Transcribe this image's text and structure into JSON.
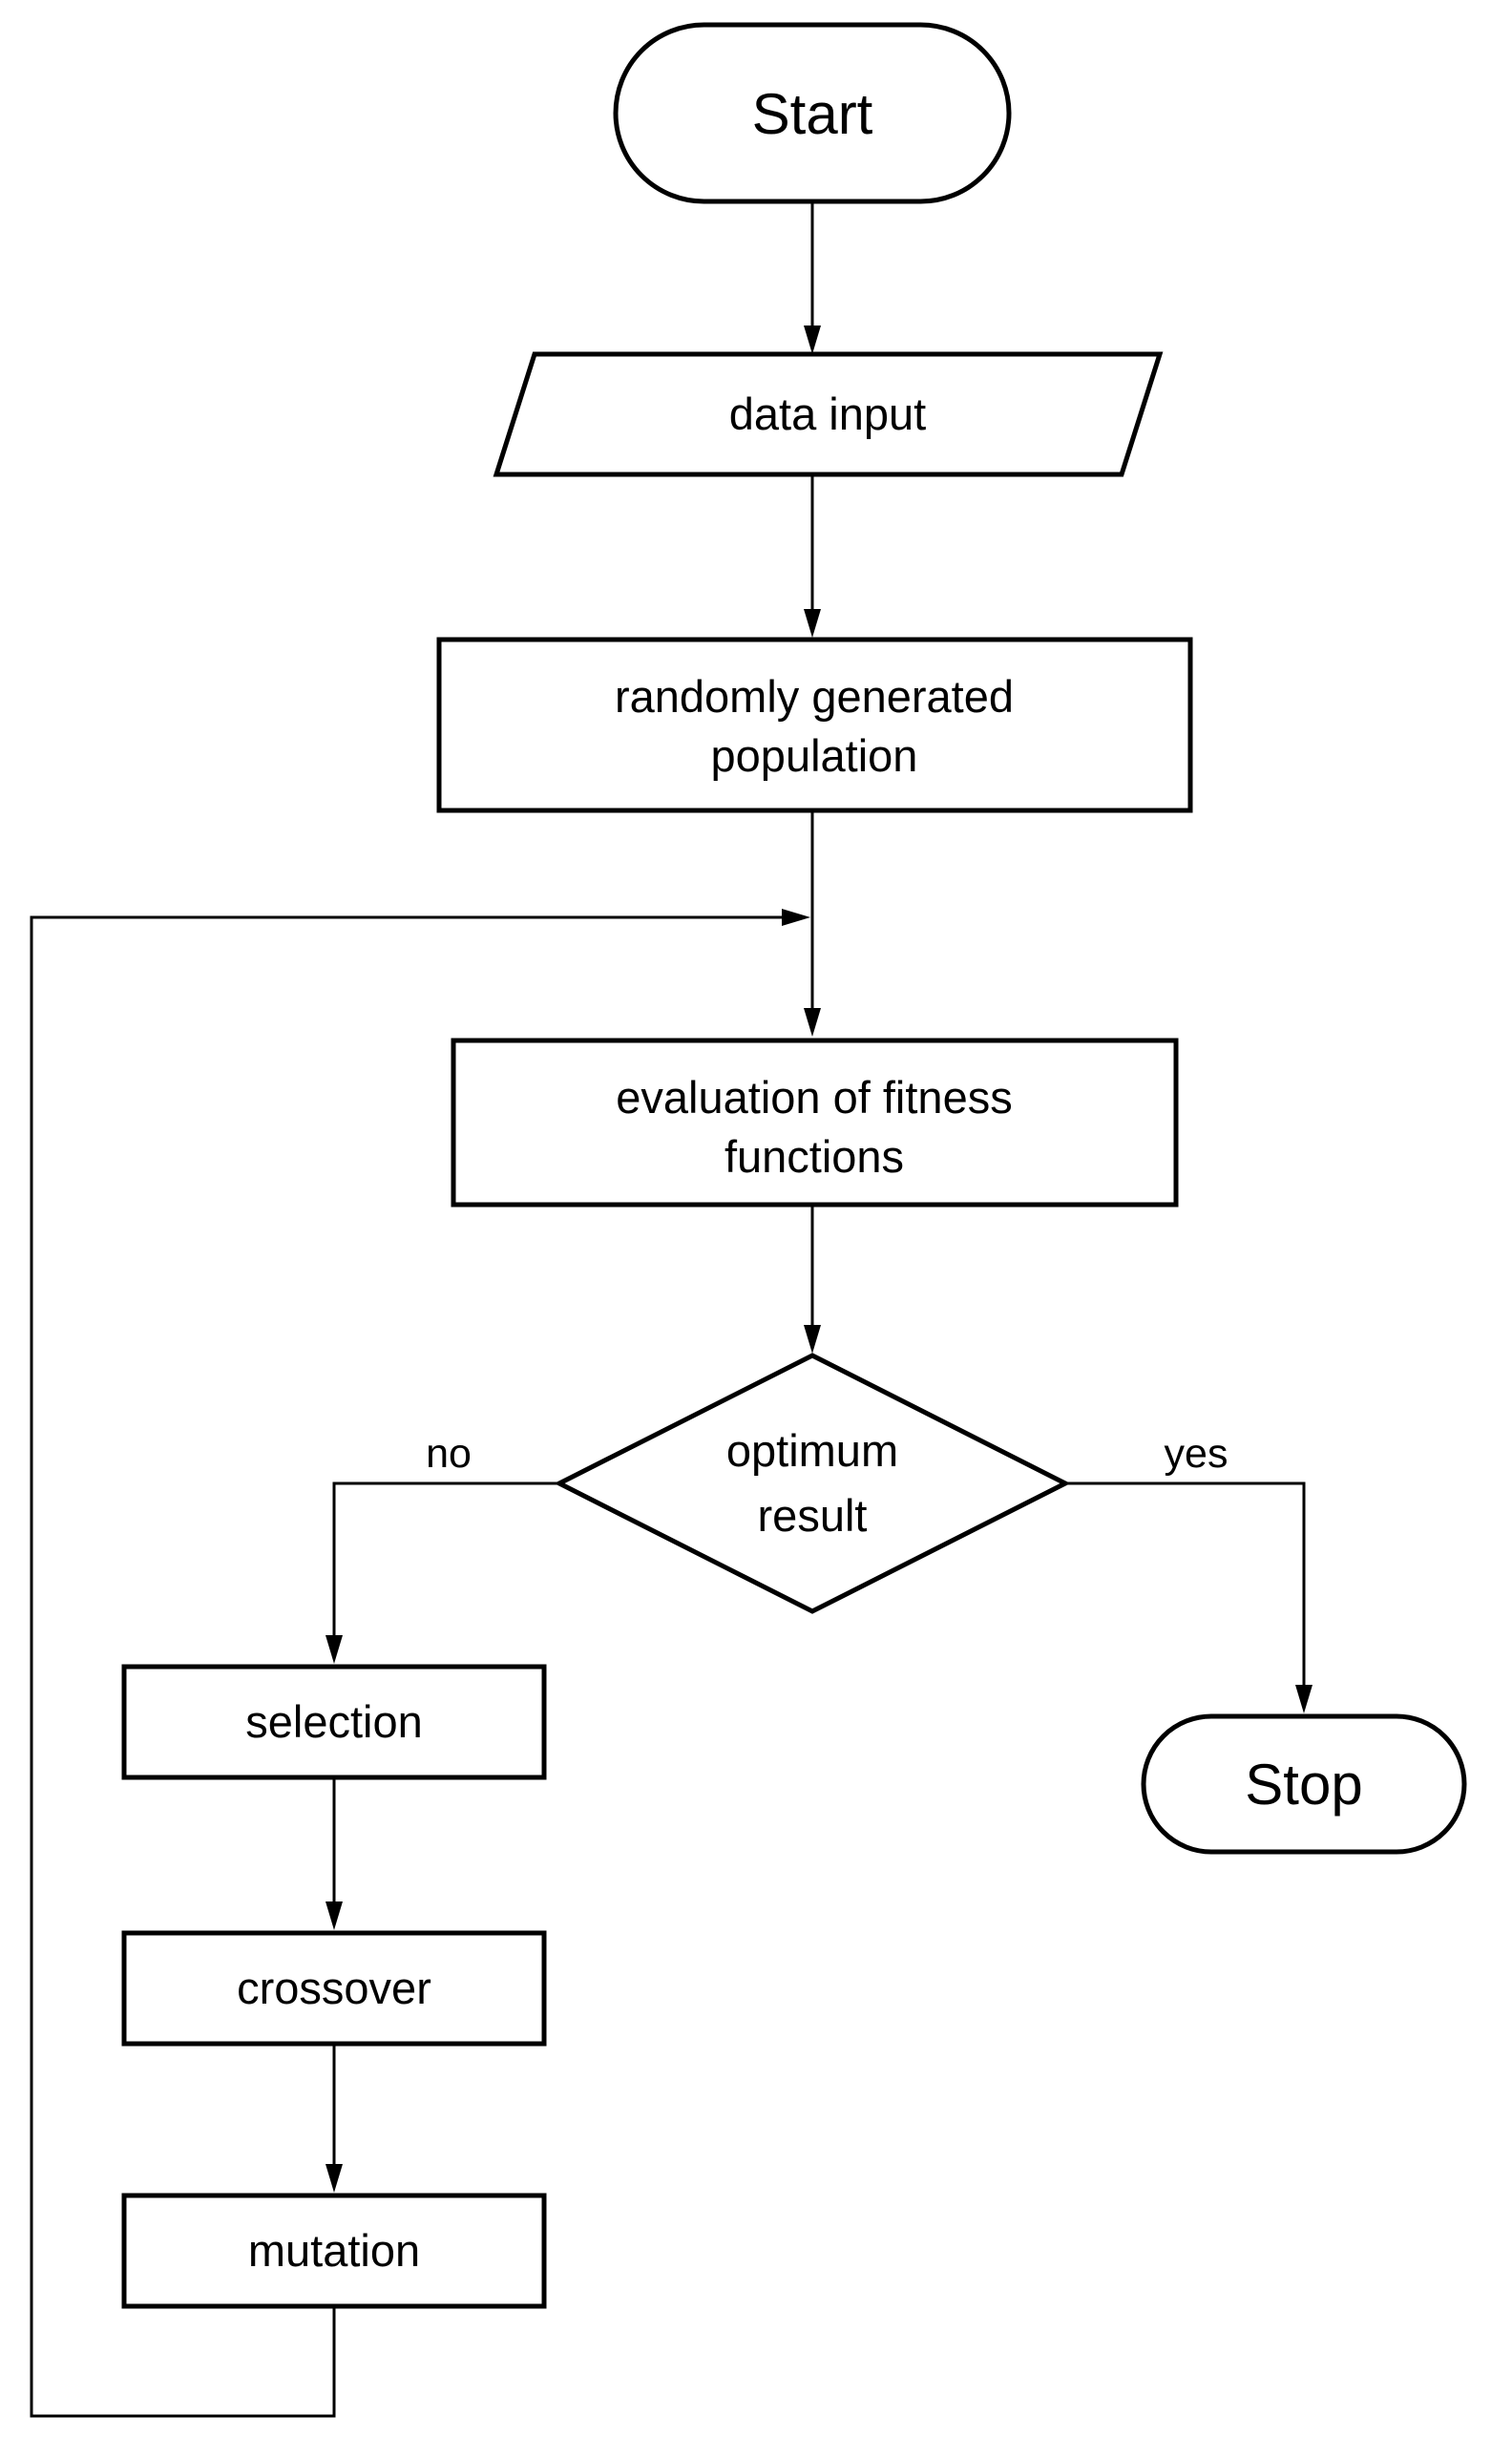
{
  "flowchart": {
    "description": "flowchart",
    "nodes": {
      "start": {
        "shape": "terminator",
        "label": "Start"
      },
      "data_input": {
        "shape": "parallelogram",
        "label": "data input"
      },
      "population": {
        "shape": "process",
        "label": "randomly generated population",
        "lines": [
          "randomly generated",
          "population"
        ]
      },
      "evaluation": {
        "shape": "process",
        "label": "evaluation of fitness functions",
        "lines": [
          "evaluation of fitness",
          "functions"
        ]
      },
      "decision": {
        "shape": "decision",
        "label": "optimum result",
        "lines": [
          "optimum",
          "result"
        ]
      },
      "selection": {
        "shape": "process",
        "label": "selection"
      },
      "crossover": {
        "shape": "process",
        "label": "crossover"
      },
      "mutation": {
        "shape": "process",
        "label": "mutation"
      },
      "stop": {
        "shape": "terminator",
        "label": "Stop"
      }
    },
    "edge_labels": {
      "no": "no",
      "yes": "yes"
    },
    "colors": {
      "stroke": "#000000",
      "fill": "#ffffff",
      "text": "#000000",
      "background": "#ffffff"
    }
  }
}
